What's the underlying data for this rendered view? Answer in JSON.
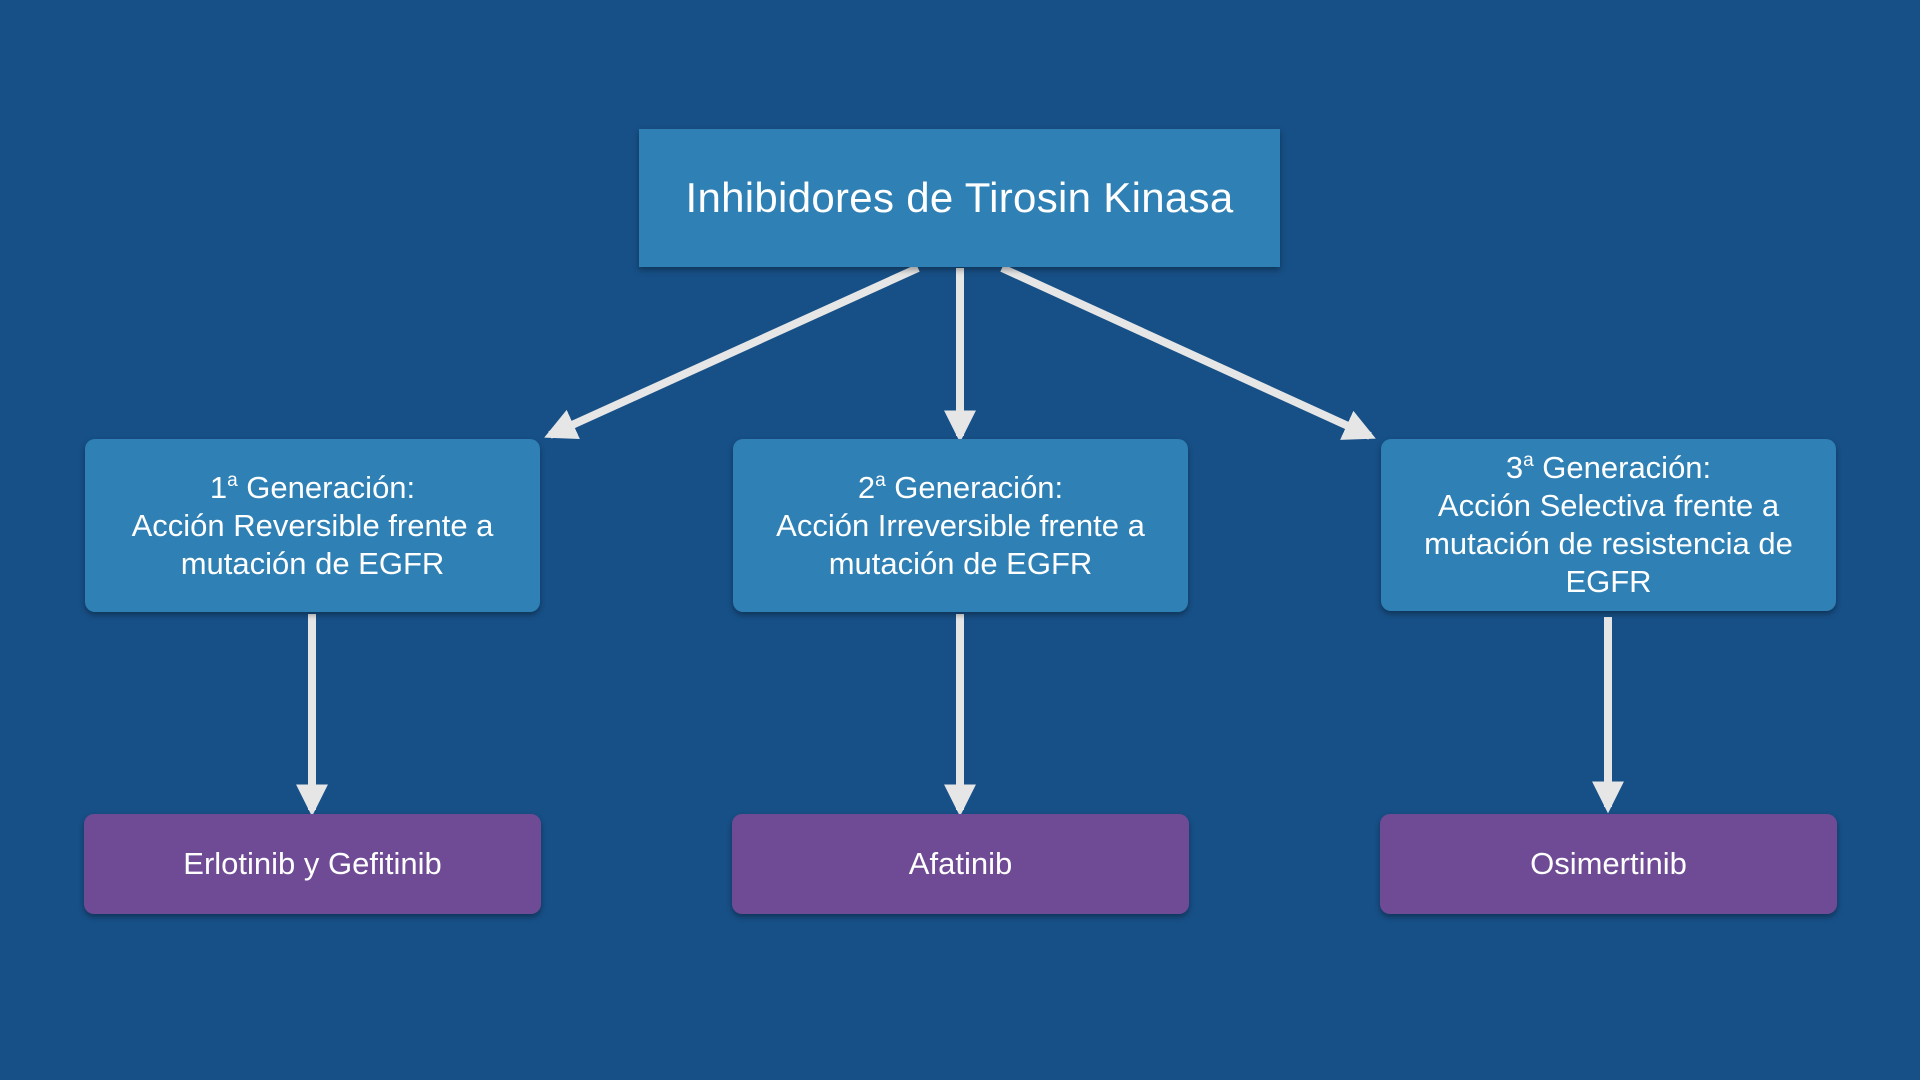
{
  "diagram": {
    "root": {
      "label": "Inhibidores de Tirosin Kinasa"
    },
    "generations": [
      {
        "ordinal": "1",
        "ordinal_suffix": "a",
        "heading": "Generación:",
        "lines": [
          "Acción Reversible frente a",
          "mutación de EGFR"
        ]
      },
      {
        "ordinal": "2",
        "ordinal_suffix": "a",
        "heading": "Generación:",
        "lines": [
          "Acción Irreversible frente a",
          "mutación de EGFR"
        ]
      },
      {
        "ordinal": "3",
        "ordinal_suffix": "a",
        "heading": "Generación:",
        "lines": [
          "Acción Selectiva frente a",
          "mutación de resistencia de",
          "EGFR"
        ]
      }
    ],
    "drugs": [
      {
        "label": "Erlotinib y Gefitinib"
      },
      {
        "label": "Afatinib"
      },
      {
        "label": "Osimertinib"
      }
    ],
    "colors": {
      "background": "#175087",
      "concept_box": "#2f80b5",
      "drug_box": "#6f4b95",
      "arrow": "#e6e6e6",
      "text": "#ffffff"
    }
  }
}
